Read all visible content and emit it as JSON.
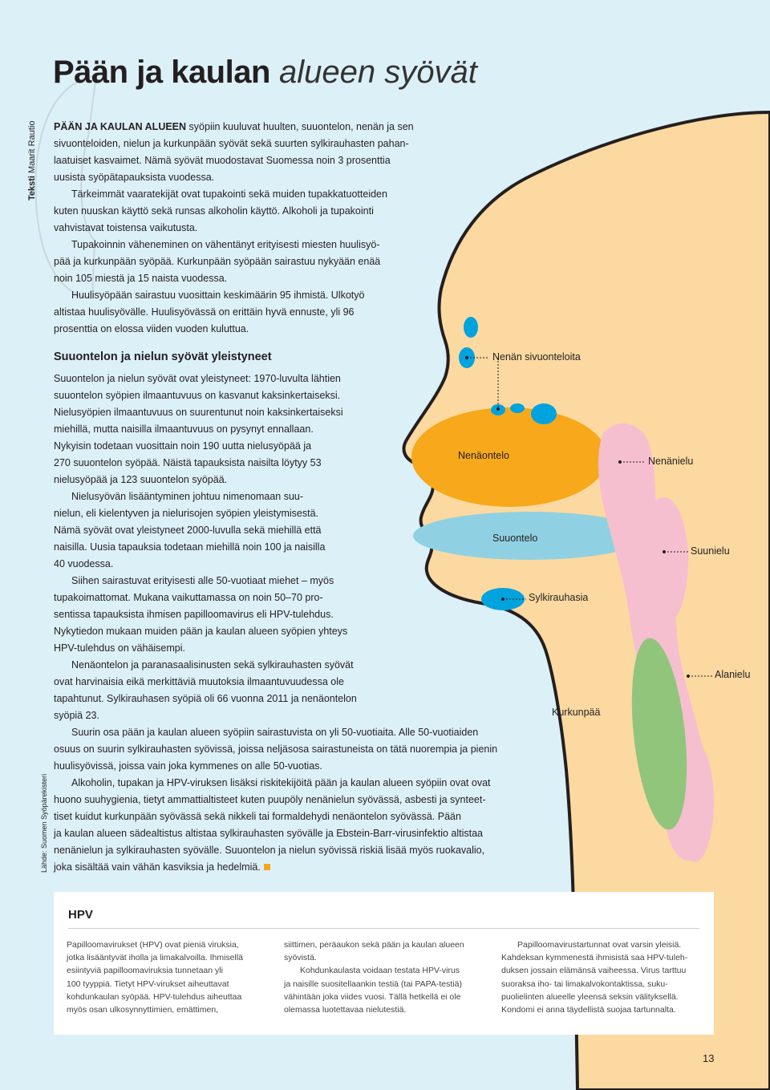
{
  "credit": {
    "label": "Teksti",
    "author": "Maarit Rautio"
  },
  "source": "Lähde: Suomen Syöpärekisteri",
  "title": {
    "bold": "Pään ja kaulan",
    "light": "alueen syövät"
  },
  "intro": {
    "lead_caps": "PÄÄN JA KAULAN ALUEEN",
    "lines": [
      "syöpiin kuuluvat huulten, suuontelon, nenän ja sen",
      "sivuonteloiden, nielun ja kurkunpään syövät sekä suurten sylkirauhasten pahan-",
      "laatuiset kasvaimet. Nämä syövät muodostavat Suomessa noin 3 prosenttia",
      "uusista syöpätapauksista vuodessa.",
      "Tärkeimmät vaaratekijät ovat tupakointi sekä muiden tupakkatuotteiden",
      "kuten nuuskan käyttö sekä runsas alkoholin käyttö. Alkoholi ja tupakointi",
      "vahvistavat toistensa vaikutusta.",
      "Tupakoinnin väheneminen on vähentänyt erityisesti miesten huulisyö-",
      "pää ja kurkunpään syöpää. Kurkunpään syöpään sairastuu nykyään enää",
      "noin 105 miestä ja 15 naista vuodessa.",
      "Huulisyöpään sairastuu vuosittain keskimäärin 95 ihmistä. Ulkotyö",
      "altistaa huulisyövälle. Huulisyövässä on erittäin hyvä ennuste, yli 96",
      "prosenttia on elossa viiden vuoden kuluttua."
    ]
  },
  "section": {
    "heading": "Suuontelon ja nielun syövät yleistyneet",
    "lines": [
      "Suuontelon ja nielun syövät ovat yleistyneet: 1970-luvulta lähtien",
      "suuontelon syöpien ilmaantuvuus on kasvanut kaksinkertaiseksi.",
      "Nielusyöpien ilmaantuvuus on suurentunut noin kaksinkertaiseksi",
      "miehillä, mutta naisilla ilmaantuvuus on pysynyt ennallaan.",
      "Nykyisin todetaan vuosittain noin 190 uutta nielusyöpää ja",
      "270 suuontelon syöpää. Näistä tapauksista naisilta löytyy 53",
      "nielusyöpää ja 123 suuontelon syöpää.",
      "Nielusyövän lisääntyminen johtuu nimenomaan suu-",
      "nielun, eli kielentyven ja nielurisojen syöpien yleistymisestä.",
      "Nämä syövät ovat yleistyneet 2000-luvulla sekä miehillä että",
      "naisilla. Uusia tapauksia todetaan miehillä noin 100 ja naisilla",
      "40 vuodessa.",
      "Siihen sairastuvat erityisesti alle 50-vuotiaat miehet – myös",
      "tupakoimattomat. Mukana vaikuttamassa on noin 50–70 pro-",
      "sentissa tapauksista ihmisen papilloomavirus eli HPV-tulehdus.",
      "Nykytiedon mukaan muiden pään ja kaulan alueen syöpien yhteys",
      "HPV-tulehdus on vähäisempi.",
      "Nenäontelon ja paranasaalisinusten sekä sylkirauhasten syövät",
      "ovat harvinaisia eikä merkittäviä muutoksia ilmaantuvuudessa ole",
      "tapahtunut. Sylkirauhasen syöpiä oli 66 vuonna 2011 ja nenäontelon",
      "syöpiä 23."
    ],
    "wide_lines": [
      "Suurin osa pään ja kaulan alueen syöpiin sairastuvista on yli 50-vuotiaita. Alle 50-vuotiaiden",
      "osuus on suurin sylkirauhasten syövissä, joissa neljäsosa sairastuneista on tätä nuorempia ja pienin",
      "huulisyövissä, joissa vain joka kymmenes on alle 50-vuotias.",
      "Alkoholin, tupakan ja HPV-viruksen lisäksi riskitekijöitä pään ja kaulan alueen syöpiin ovat ovat",
      "huono suuhygienia, tietyt ammattialtisteet kuten puupöly nenänielun syövässä, asbesti ja synteet-",
      "tiset kuidut kurkunpään syövässä sekä nikkeli tai formaldehydi nenäontelon syövässä. Pään",
      "ja kaulan alueen sädealtistus altistaa sylkirauhasten syövälle ja Ebstein-Barr-virusinfektio altistaa",
      "nenänielun ja sylkirauhasten syövälle. Suuontelon ja nielun syövissä riskiä lisää myös ruokavalio,",
      "joka sisältää vain vähän kasviksia ja hedelmiä."
    ]
  },
  "anatomy_labels": {
    "sinuses": "Nenän sivuonteloita",
    "nasal_cavity": "Nenäontelo",
    "nasopharynx": "Nenänielu",
    "oral_cavity": "Suuontelo",
    "oropharynx": "Suunielu",
    "salivary": "Sylkirauhasia",
    "hypopharynx": "Alanielu",
    "larynx": "Kurkunpää"
  },
  "colors": {
    "background": "#dcefF8",
    "skin": "#fbd99f",
    "nasal_cavity": "#f7a81b",
    "oral_cavity": "#8fd1e2",
    "sinus_blobs": "#00a3dd",
    "pharynx": "#f5bfd0",
    "larynx": "#92c57c",
    "accent_square": "#f5a623"
  },
  "hpv": {
    "title": "HPV",
    "col1": [
      "Papilloomavirukset (HPV) ovat pieniä viruksia,",
      "jotka lisääntyvät iholla ja limakalvoilla. Ihmisellä",
      "esiintyviä papilloomaviruksia tunnetaan yli",
      "100 tyyppiä. Tietyt HPV-virukset aiheuttavat",
      "kohdunkaulan syöpää. HPV-tulehdus aiheuttaa",
      "myös osan ulkosynnyttimien, emättimen,"
    ],
    "col2": [
      "siittimen, peräaukon sekä pään ja kaulan alueen",
      "syövistä.",
      "Kohdunkaulasta voidaan testata HPV-virus",
      "ja naisille suositellaankin testiä (tai PAPA-testiä)",
      "vähintään joka viides vuosi. Tällä hetkellä ei ole",
      "olemassa luotettavaa nielutestiä."
    ],
    "col3": [
      "Papilloomavirustartunnat ovat varsin yleisiä.",
      "Kahdeksan kymmenestä ihmisistä saa HPV-tuleh-",
      "duksen jossain elämänsä vaiheessa. Virus tarttuu",
      "suoraksa iho- tai limakalvokontaktissa, suku-",
      "puolielinten alueelle yleensä seksin välityksellä.",
      "Kondomi ei anna täydellistä suojaa tartunnalta."
    ]
  },
  "page_number": "13"
}
